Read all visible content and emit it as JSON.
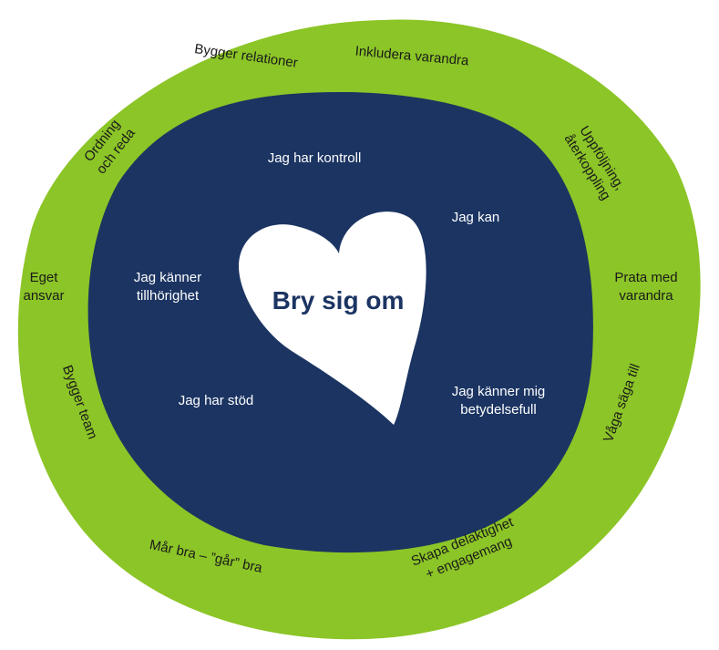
{
  "colors": {
    "outer_ring": "#8cc527",
    "inner_area": "#1b3462",
    "heart": "#ffffff",
    "center_text": "#1b3462",
    "outer_text": "#1a1a1a",
    "inner_text": "#ffffff"
  },
  "center": {
    "label": "Bry sig om"
  },
  "inner": {
    "kontroll": "Jag har kontroll",
    "kan": "Jag kan",
    "tillhorighet_line1": "Jag känner",
    "tillhorighet_line2": "tillhörighet",
    "stod": "Jag har stöd",
    "betydelsefull_line1": "Jag känner mig",
    "betydelsefull_line2": "betydelsefull"
  },
  "outer": {
    "bygger_relationer": "Bygger relationer",
    "inkludera": "Inkludera varandra",
    "ordning_line1": "Ordning",
    "ordning_line2": "och reda",
    "uppfoljning_line1": "Uppföljning,",
    "uppfoljning_line2": "återkoppling",
    "eget_line1": "Eget",
    "eget_line2": "ansvar",
    "prata_line1": "Prata med",
    "prata_line2": "varandra",
    "bygger_team": "Bygger team",
    "vaga": "Våga säga till",
    "mar_bra": "Mår bra – ”går” bra",
    "skapa_line1": "Skapa delaktighet",
    "skapa_line2": "+ engagemang"
  }
}
